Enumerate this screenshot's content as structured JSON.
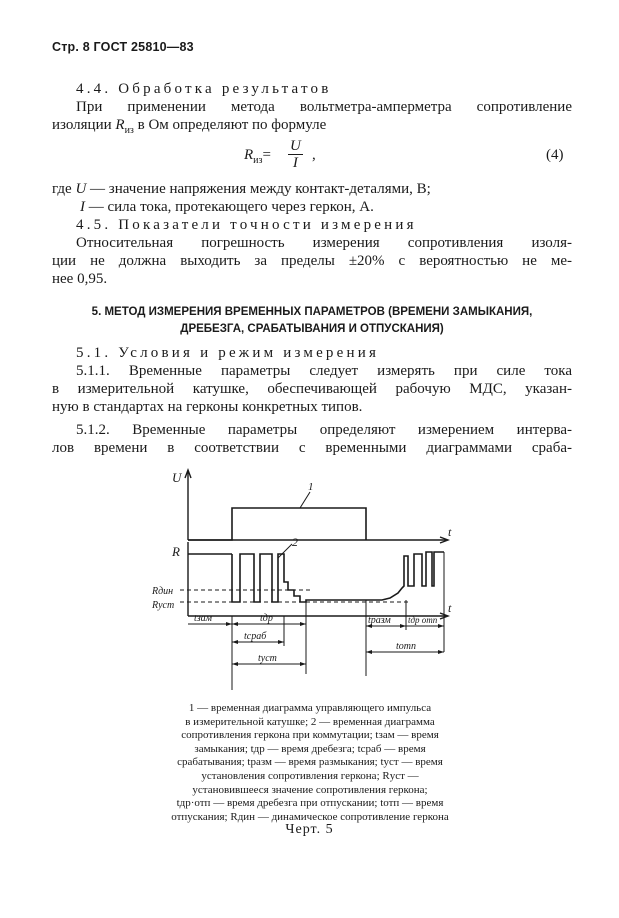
{
  "header": {
    "text": "Стр. 8 ГОСТ 25810—83"
  },
  "s44": {
    "title": "4.4. Обработка результатов",
    "line1": "При применении метода вольтметра-амперметра сопротивление",
    "line2a": "изоляции ",
    "line2sym": "R",
    "line2sub": "из",
    "line2b": " в Ом определяют по формуле"
  },
  "formula": {
    "lhs": "R",
    "lhs_sub": "из",
    "eq": "=",
    "num": "U",
    "den": "I",
    "comma": ",",
    "number": "(4)"
  },
  "where": {
    "line1a": "где ",
    "line1sym": "U",
    "line1b": " — значение напряжения между контакт-деталями, В;",
    "line2sym": "I",
    "line2b": " — сила тока, протекающего через геркон, А."
  },
  "s45": {
    "title": "4.5. Показатели точности измерения",
    "line1": "Относительная погрешность измерения сопротивления изоля-",
    "line2": "ции не должна выходить за пределы ±20% с вероятностью не ме-",
    "line3": "нее 0,95."
  },
  "s5": {
    "line1": "5. МЕТОД ИЗМЕРЕНИЯ ВРЕМЕННЫХ ПАРАМЕТРОВ (ВРЕМЕНИ ЗАМЫКАНИЯ,",
    "line2": "ДРЕБЕЗГА, СРАБАТЫВАНИЯ И ОТПУСКАНИЯ)"
  },
  "s51": {
    "title": "5.1. Условия и режим измерения",
    "p511_1": "5.1.1. Временные параметры следует измерять при силе тока",
    "p511_2": "в измерительной катушке, обеспечивающей рабочую МДС, указан-",
    "p511_3": "ную в стандартах на герконы конкретных типов.",
    "p512_1": "5.1.2. Временные параметры определяют измерением интерва-",
    "p512_2": "лов времени в соответствии с временными диаграммами сраба-"
  },
  "figure": {
    "labels": {
      "U": "U",
      "R": "R",
      "t_top": "t",
      "t_bottom": "t",
      "rdin": "Rдин",
      "rust": "Rуст",
      "one": "1",
      "two": "2",
      "tzam": "tзам",
      "tdr": "tдр",
      "tsrab": "tсраб",
      "tust": "tуст",
      "trazm": "tразм",
      "tdrotp": "tдр отп",
      "totp": "tотп"
    },
    "caption": [
      "1 — временная диаграмма управляющего импульса",
      "в измерительной катушке; 2 — временная диаграмма",
      "сопротивления геркона при коммутации; tзам — время",
      "замыкания; tдр — время дребезга; tсраб — время",
      "срабатывания; tразм — время размыкания; tуст — время",
      "установления сопротивления геркона; Rуст —",
      "установившееся значение сопротивления геркона;",
      "tдр·отп — время дребезга при отпускании; tотп — время",
      "отпускания; Rдин — динамическое сопротивление геркона"
    ],
    "title": "Черт. 5"
  }
}
